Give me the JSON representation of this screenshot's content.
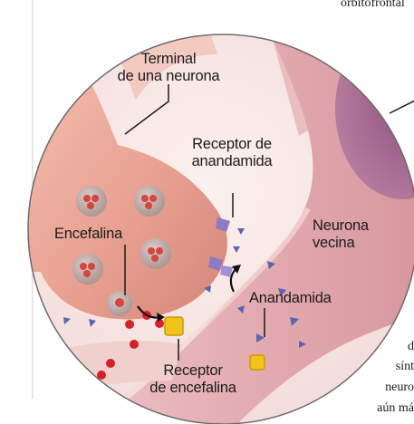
{
  "labels": {
    "terminal": [
      "Terminal",
      "de una neurona"
    ],
    "receptor_anandamida": [
      "Receptor de",
      "anandamida"
    ],
    "encefalina": "Encefalina",
    "neurona_vecina": [
      "Neurona",
      "vecina"
    ],
    "anandamida": "Anandamida",
    "receptor_encefalina": [
      "Receptor",
      "de encefalina"
    ]
  },
  "side_text": {
    "top": "orbitofrontal",
    "lines": [
      "d",
      "sínt",
      "neuro",
      "aún má"
    ]
  },
  "colors": {
    "terminal_pink": "#e9a293",
    "neighbor_pink": "#e0a6ad",
    "neighbor_purple": "#9e5e8c",
    "anandamide_blue": "#5a66b4",
    "receptor_purple": "#8f7ac4",
    "encefalina_red": "#d81f26",
    "receptor_yellow": "#f2c318",
    "leader_line": "#1b1b1b"
  }
}
